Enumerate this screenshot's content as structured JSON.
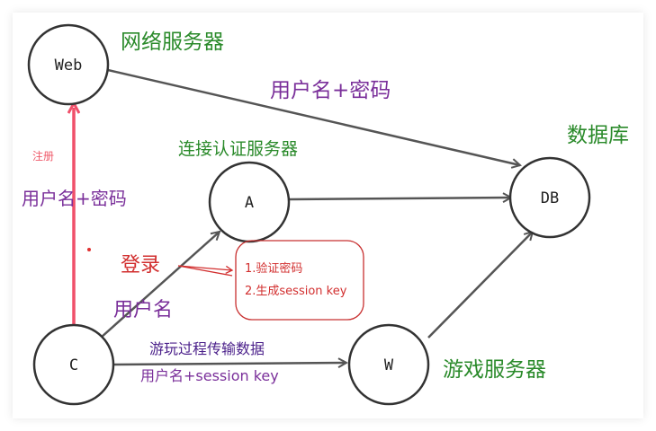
{
  "nodes": {
    "web": {
      "label": "Web",
      "caption": "网络服务器"
    },
    "auth": {
      "label": "A",
      "caption": "连接认证服务器"
    },
    "db": {
      "label": "DB",
      "caption": "数据库"
    },
    "client": {
      "label": "C"
    },
    "game": {
      "label": "W",
      "caption": "游戏服务器"
    }
  },
  "edges": {
    "web_db": "用户名+密码",
    "register": "注册",
    "client_web": "用户名+密码",
    "login": "登录",
    "client_auth": "用户名",
    "client_game_top": "游玩过程传输数据",
    "client_game_bottom": "用户名+session key"
  },
  "login_box": {
    "step1": "1.验证密码",
    "step2": "2.生成session key"
  },
  "colors": {
    "stroke": "#333333",
    "arrow": "#555555",
    "register_arrow": "#f0506a",
    "caption": "#2a8a2a",
    "label": "#7a2f9a",
    "login": "#d22f2f"
  }
}
